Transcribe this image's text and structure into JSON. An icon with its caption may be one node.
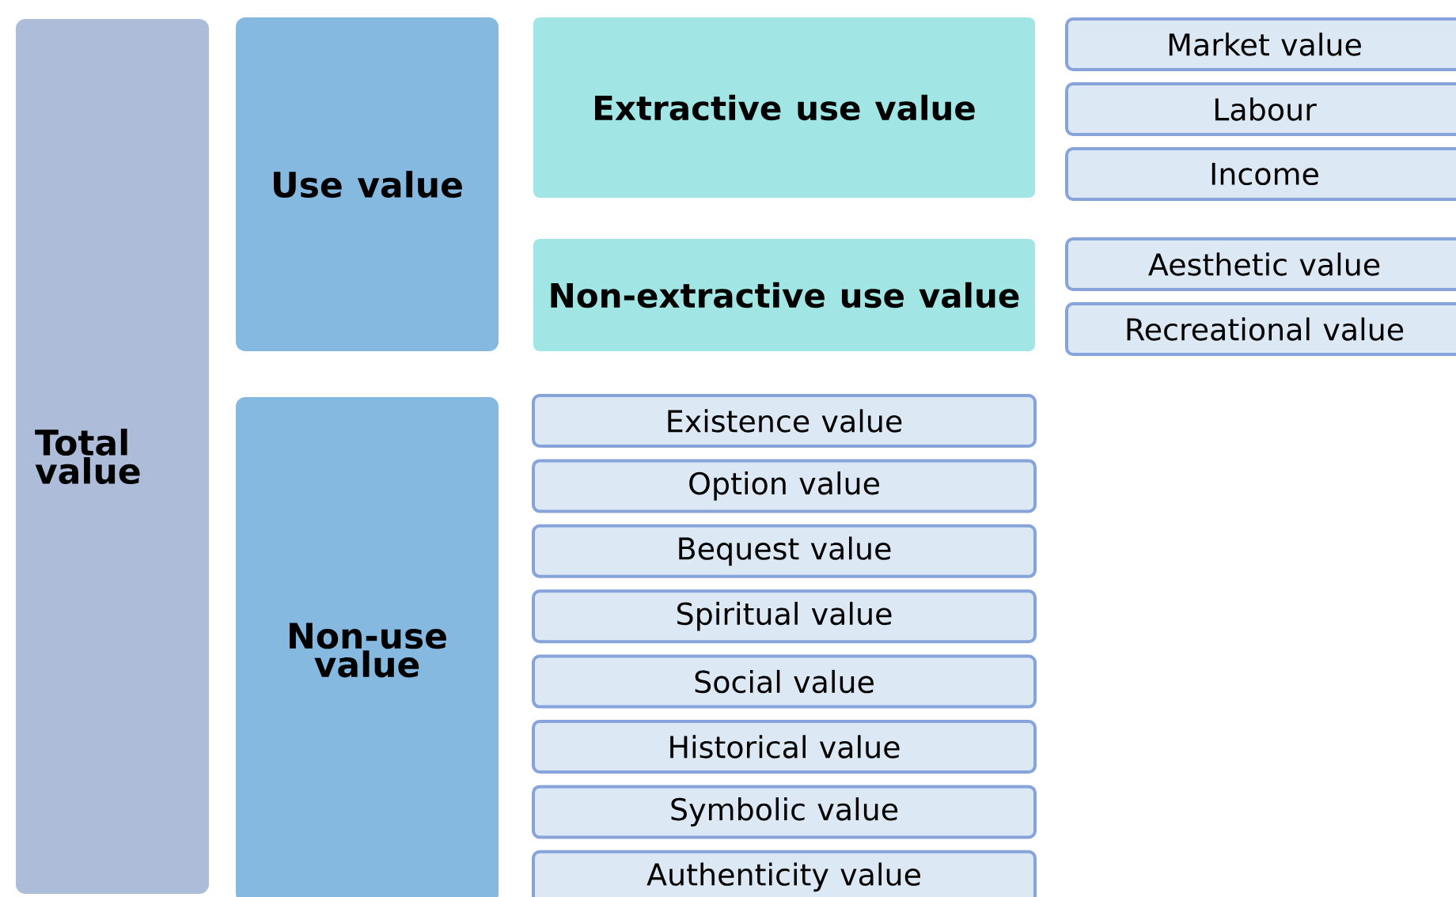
{
  "diagram": {
    "nodes": [
      {
        "text": [
          "Total value"
        ]
      },
      {
        "text": [
          "Use value"
        ]
      },
      {
        "text": [
          "Extractive use value"
        ]
      },
      {
        "text": [
          "Non-extractive use value"
        ]
      },
      {
        "text": [
          "Market value"
        ]
      },
      {
        "text": [
          "Labour"
        ]
      },
      {
        "text": [
          "Income"
        ]
      },
      {
        "text": [
          "Aesthetic value"
        ]
      },
      {
        "text": [
          "Recreational value"
        ]
      },
      {
        "text": [
          "Non-use value"
        ]
      },
      {
        "text": [
          "Existence value"
        ]
      },
      {
        "text": [
          "Option value"
        ]
      },
      {
        "text": [
          "Bequest value"
        ]
      },
      {
        "text": [
          "Spiritual value"
        ]
      },
      {
        "text": [
          "Social value"
        ]
      },
      {
        "text": [
          "Historical value"
        ]
      },
      {
        "text": [
          "Symbolic value"
        ]
      },
      {
        "text": [
          "Authenticity value"
        ]
      }
    ]
  }
}
